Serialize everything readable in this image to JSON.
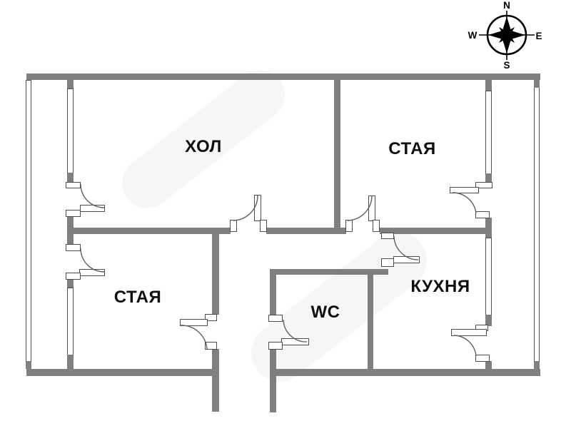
{
  "title": "apartment-floor-plan",
  "rooms": {
    "hall": {
      "label": "ХОЛ"
    },
    "bedroom_top_right": {
      "label": "СТАЯ"
    },
    "bedroom_bottom_left": {
      "label": "СТАЯ"
    },
    "kitchen": {
      "label": "КУХНЯ"
    },
    "wc": {
      "label": "WC"
    }
  },
  "compass": {
    "north": "N",
    "east": "E",
    "south": "S",
    "west": "W"
  },
  "colors": {
    "wall": "#7f7f7f",
    "frame_outline": "#4d4d4d",
    "arc": "#5f5f5f",
    "label": "#0f0f0f",
    "compass": "#000000",
    "background": "#ffffff",
    "watermark": "#f6f6f6"
  }
}
